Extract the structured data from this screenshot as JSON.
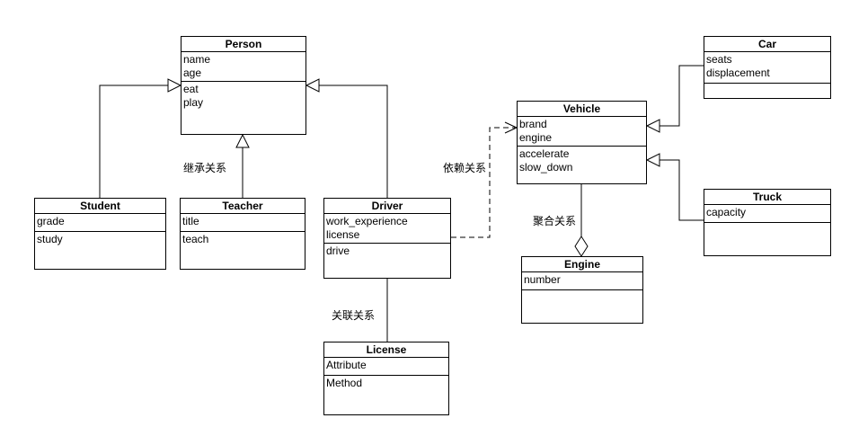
{
  "diagram": {
    "type": "uml-class-diagram",
    "colors": {
      "line": "#000000",
      "box_fill": "#ffffff",
      "text": "#000000",
      "background": "#ffffff"
    },
    "classes": [
      {
        "id": "person",
        "title": "Person",
        "attributes": [
          "name",
          "age"
        ],
        "methods": [
          "eat",
          "play"
        ]
      },
      {
        "id": "student",
        "title": "Student",
        "attributes": [
          "grade"
        ],
        "methods": [
          "study"
        ]
      },
      {
        "id": "teacher",
        "title": "Teacher",
        "attributes": [
          "title"
        ],
        "methods": [
          "teach"
        ]
      },
      {
        "id": "driver",
        "title": "Driver",
        "attributes": [
          "work_experience",
          "license"
        ],
        "methods": [
          "drive"
        ]
      },
      {
        "id": "license",
        "title": "License",
        "attributes": [
          "Attribute"
        ],
        "methods": [
          "Method"
        ]
      },
      {
        "id": "vehicle",
        "title": "Vehicle",
        "attributes": [
          "brand",
          "engine"
        ],
        "methods": [
          "accelerate",
          "slow_down"
        ]
      },
      {
        "id": "engine",
        "title": "Engine",
        "attributes": [
          "number"
        ],
        "methods": []
      },
      {
        "id": "car",
        "title": "Car",
        "attributes": [
          "seats",
          "displacement"
        ],
        "methods": []
      },
      {
        "id": "truck",
        "title": "Truck",
        "attributes": [
          "capacity"
        ],
        "methods": []
      }
    ],
    "edges": [
      {
        "id": "student-person",
        "from": "Student",
        "to": "Person",
        "type": "inheritance",
        "label": ""
      },
      {
        "id": "teacher-person",
        "from": "Teacher",
        "to": "Person",
        "type": "inheritance",
        "label": "继承关系"
      },
      {
        "id": "driver-person",
        "from": "Driver",
        "to": "Person",
        "type": "inheritance",
        "label": ""
      },
      {
        "id": "driver-vehicle",
        "from": "Driver",
        "to": "Vehicle",
        "type": "dependency",
        "label": "依赖关系"
      },
      {
        "id": "driver-license",
        "from": "Driver",
        "to": "License",
        "type": "association",
        "label": "关联关系"
      },
      {
        "id": "vehicle-engine",
        "from": "Vehicle",
        "to": "Engine",
        "type": "aggregation",
        "label": "聚合关系"
      },
      {
        "id": "car-vehicle",
        "from": "Car",
        "to": "Vehicle",
        "type": "inheritance",
        "label": ""
      },
      {
        "id": "truck-vehicle",
        "from": "Truck",
        "to": "Vehicle",
        "type": "inheritance",
        "label": ""
      }
    ]
  }
}
